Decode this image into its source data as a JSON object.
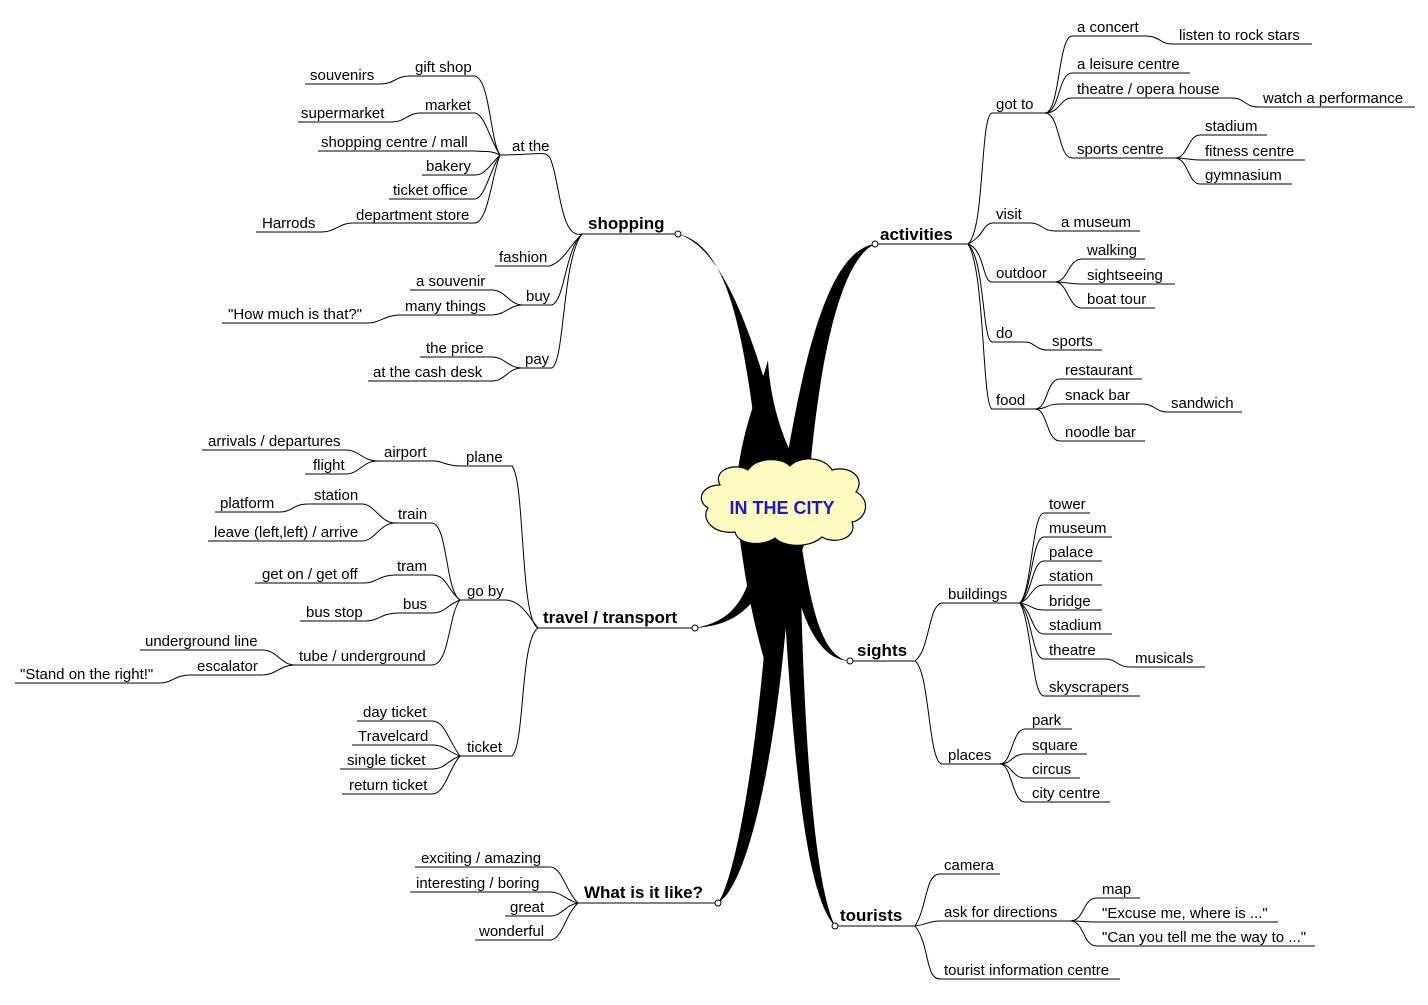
{
  "center": "IN THE CITY",
  "colors": {
    "center_fill": "#fdfbc0",
    "center_text": "#1a1acc",
    "lines": "#000000"
  },
  "branches": {
    "shopping": {
      "label": "shopping",
      "at_the": {
        "label": "at the",
        "gift_shop": "gift shop",
        "souvenirs": "souvenirs",
        "market": "market",
        "supermarket": "supermarket",
        "shopping_centre": "shopping centre / mall",
        "bakery": "bakery",
        "ticket_office": "ticket office",
        "department_store": "department store",
        "harrods": "Harrods"
      },
      "fashion": "fashion",
      "buy": {
        "label": "buy",
        "souvenir": "a souvenir",
        "many_things": "many things",
        "how_much": "\"How much is that?\""
      },
      "pay": {
        "label": "pay",
        "price": "the price",
        "cash_desk": "at the cash desk"
      }
    },
    "travel": {
      "label": "travel / transport",
      "plane": {
        "label": "plane",
        "airport": "airport",
        "arrivals": "arrivals / departures",
        "flight": "flight"
      },
      "go_by": {
        "label": "go by",
        "train": "train",
        "station": "station",
        "platform": "platform",
        "leave": "leave (left,left) / arrive",
        "tram": "tram",
        "get_on": "get on / get off",
        "bus": "bus",
        "bus_stop": "bus stop",
        "tube": "tube / underground",
        "underground_line": "underground line",
        "escalator": "escalator",
        "stand_right": "\"Stand on the right!\""
      },
      "ticket": {
        "label": "ticket",
        "day": "day ticket",
        "travelcard": "Travelcard",
        "single": "single ticket",
        "return": "return ticket"
      }
    },
    "like": {
      "label": "What is it like?",
      "exciting": "exciting / amazing",
      "interesting": "interesting / boring",
      "great": "great",
      "wonderful": "wonderful"
    },
    "activities": {
      "label": "activities",
      "go_to": {
        "label": "got to",
        "concert": "a concert",
        "rock_stars": "listen to rock stars",
        "leisure": "a leisure centre",
        "theatre": "theatre / opera house",
        "performance": "watch a performance",
        "sports_centre": "sports centre",
        "stadium": "stadium",
        "fitness": "fitness centre",
        "gym": "gymnasium"
      },
      "visit": {
        "label": "visit",
        "museum": "a museum"
      },
      "outdoor": {
        "label": "outdoor",
        "walking": "walking",
        "sightseeing": "sightseeing",
        "boat": "boat tour"
      },
      "do": {
        "label": "do",
        "sports": "sports"
      },
      "food": {
        "label": "food",
        "restaurant": "restaurant",
        "snack_bar": "snack bar",
        "sandwich": "sandwich",
        "noodle": "noodle bar"
      }
    },
    "sights": {
      "label": "sights",
      "buildings": {
        "label": "buildings",
        "tower": "tower",
        "museum": "museum",
        "palace": "palace",
        "station": "station",
        "bridge": "bridge",
        "stadium": "stadium",
        "theatre": "theatre",
        "musicals": "musicals",
        "skyscrapers": "skyscrapers"
      },
      "places": {
        "label": "places",
        "park": "park",
        "square": "square",
        "circus": "circus",
        "city_centre": "city centre"
      }
    },
    "tourists": {
      "label": "tourists",
      "camera": "camera",
      "directions": {
        "label": "ask for directions",
        "map": "map",
        "excuse": "\"Excuse me, where is ...\"",
        "tell": "\"Can you tell me the way to ...\""
      },
      "info": "tourist information centre"
    }
  }
}
